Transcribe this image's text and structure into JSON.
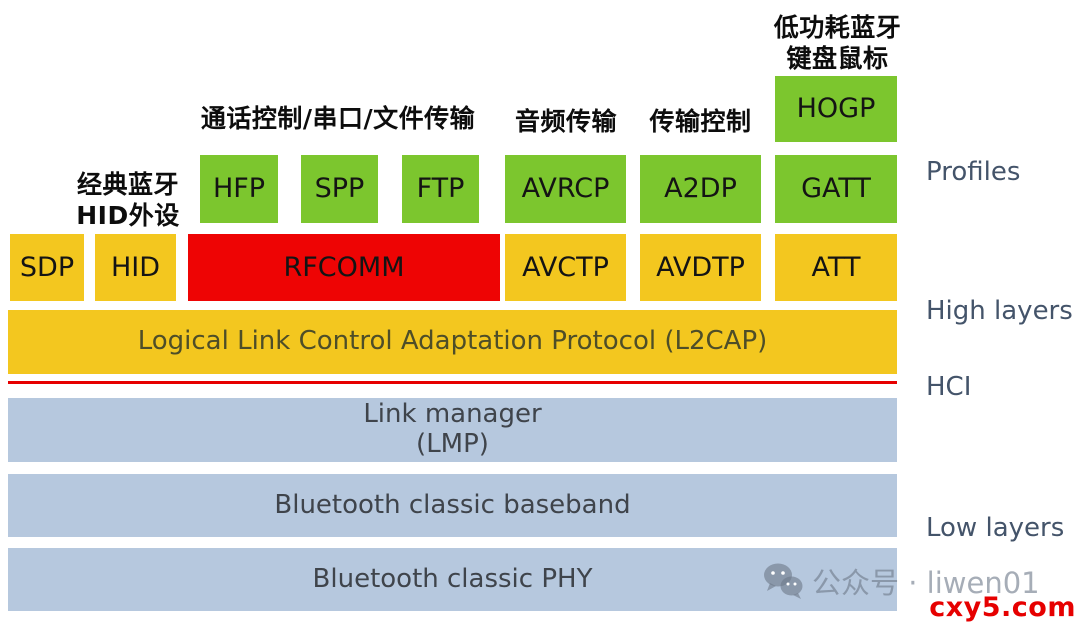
{
  "annotations": {
    "ble_keyboard_mouse": "低功耗蓝牙\n键盘鼠标",
    "call_serial_file": "通话控制/串口/文件传输",
    "audio_transfer": "音频传输",
    "transfer_control": "传输控制",
    "classic_hid": "经典蓝牙\nHID外设"
  },
  "side_labels": {
    "profiles": "Profiles",
    "high_layers": "High layers",
    "hci": "HCI",
    "low_layers": "Low layers"
  },
  "boxes": {
    "hogp": "HOGP",
    "hfp": "HFP",
    "spp": "SPP",
    "ftp": "FTP",
    "avrcp": "AVRCP",
    "a2dp": "A2DP",
    "gatt": "GATT",
    "sdp": "SDP",
    "hid": "HID",
    "rfcomm": "RFCOMM",
    "avctp": "AVCTP",
    "avdtp": "AVDTP",
    "att": "ATT",
    "l2cap": "Logical Link Control Adaptation Protocol (L2CAP)",
    "link_manager": "Link manager\n(LMP)",
    "baseband": "Bluetooth classic baseband",
    "phy": "Bluetooth classic PHY"
  },
  "watermark": {
    "wechat_account": "公众号 · liwen01",
    "site": "cxy5.com"
  },
  "colors": {
    "profile_green": "#7cc62e",
    "protocol_yellow": "#f3c71f",
    "rfcomm_red": "#ee0404",
    "hci_line_red": "#e60000",
    "low_layer_blue": "#b6c8de",
    "side_label": "#44546a",
    "watermark_red": "#e60000"
  }
}
